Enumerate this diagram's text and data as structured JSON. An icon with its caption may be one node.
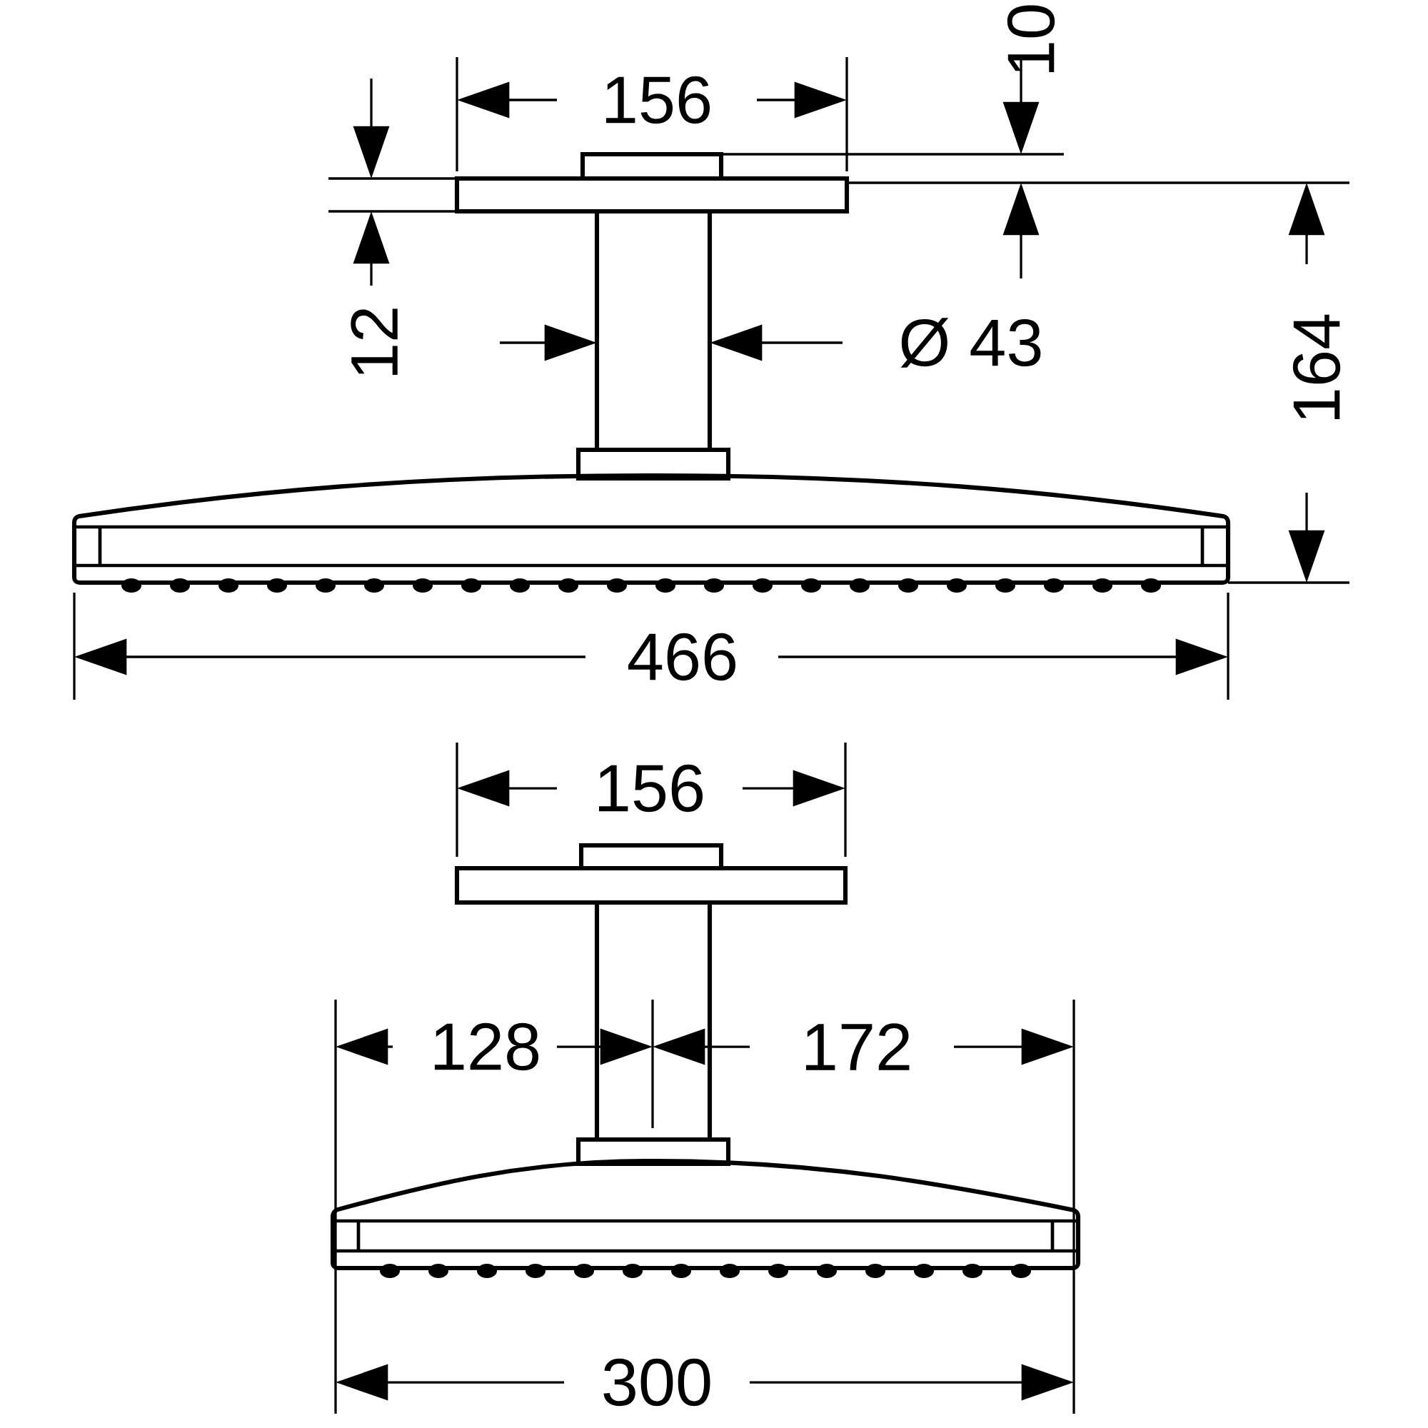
{
  "diagram": {
    "labels": [
      "156",
      "10",
      "12",
      "Ø 43",
      "164",
      "466",
      "156",
      "128",
      "172",
      "300"
    ]
  }
}
